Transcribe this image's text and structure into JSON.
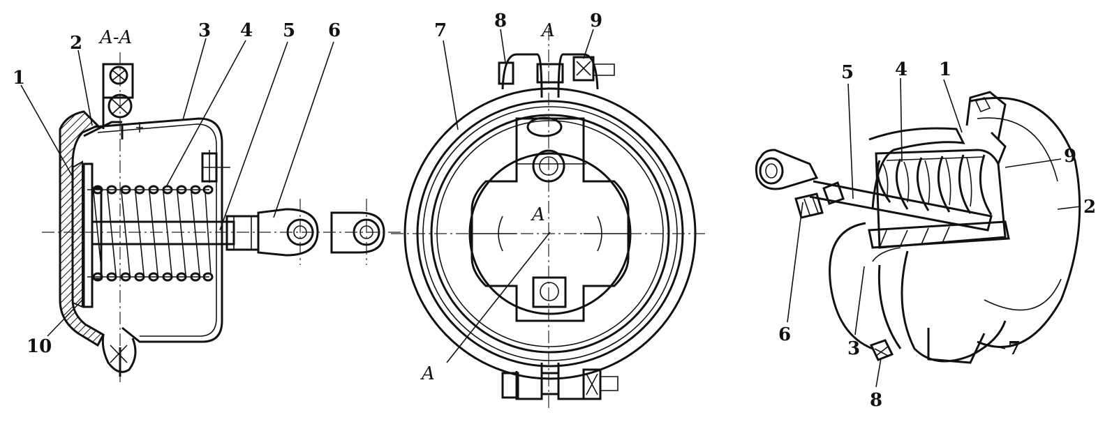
{
  "section_title": "A-A",
  "section_marks": {
    "top": "A",
    "center": "A",
    "bottom": "A"
  },
  "left_view_callouts": {
    "c1": "1",
    "c2": "2",
    "c3": "3",
    "c4": "4",
    "c5": "5",
    "c6": "6",
    "c10": "10"
  },
  "front_view_callouts": {
    "c7": "7",
    "c8": "8",
    "c9": "9"
  },
  "iso_view_callouts": {
    "c1": "1",
    "c2": "2",
    "c3": "3",
    "c4": "4",
    "c5": "5",
    "c6": "6",
    "c7": "7",
    "c8": "8",
    "c9": "9"
  }
}
